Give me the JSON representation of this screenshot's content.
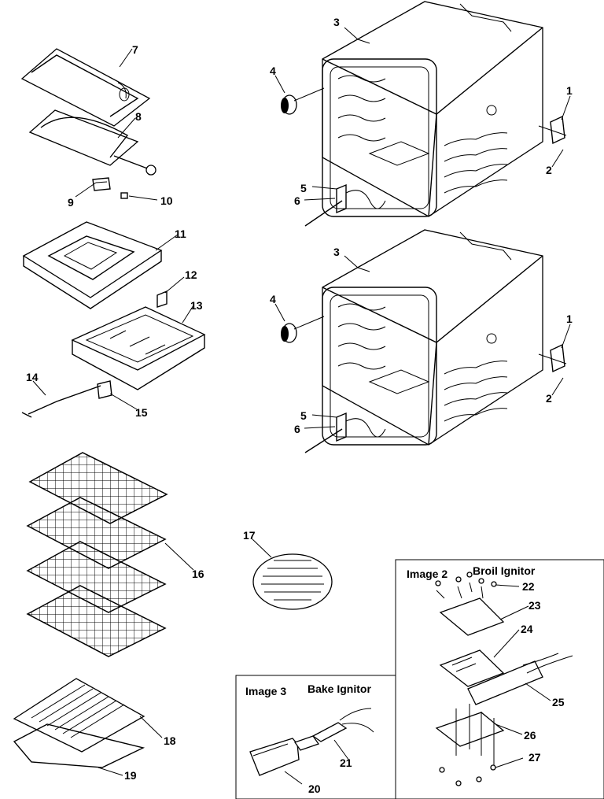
{
  "callouts": {
    "c1a": "1",
    "c2a": "2",
    "c3a": "3",
    "c4a": "4",
    "c5a": "5",
    "c6a": "6",
    "c1b": "1",
    "c2b": "2",
    "c3b": "3",
    "c4b": "4",
    "c5b": "5",
    "c6b": "6",
    "c7": "7",
    "c8": "8",
    "c9": "9",
    "c10": "10",
    "c11": "11",
    "c12": "12",
    "c13": "13",
    "c14": "14",
    "c15": "15",
    "c16": "16",
    "c17": "17",
    "c18": "18",
    "c19": "19",
    "c20": "20",
    "c21": "21",
    "c22": "22",
    "c23": "23",
    "c24": "24",
    "c25": "25",
    "c26": "26",
    "c27": "27"
  },
  "insets": {
    "image2": {
      "tag": "Image 2",
      "title": "Broil Ignitor"
    },
    "image3": {
      "tag": "Image 3",
      "title": "Bake Ignitor"
    }
  }
}
